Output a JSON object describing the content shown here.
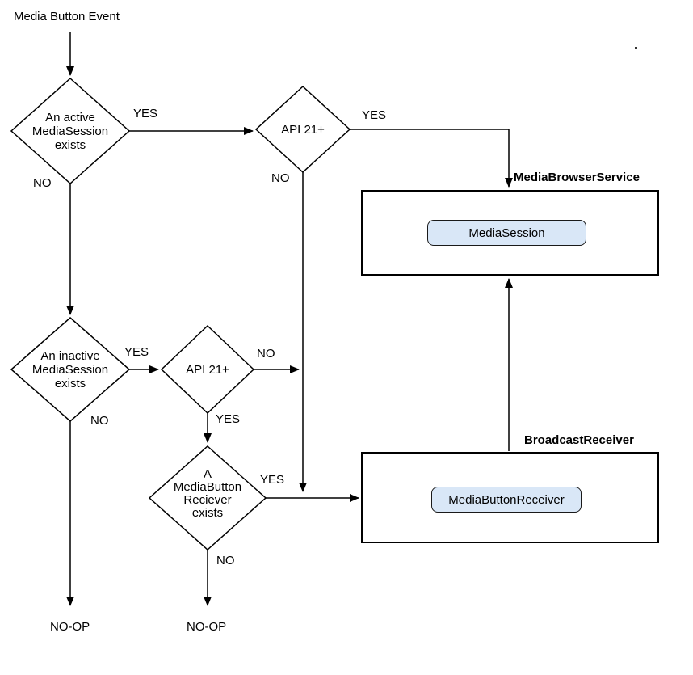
{
  "diagram": {
    "start_label": "Media Button Event",
    "decisions": {
      "active_session": {
        "lines": [
          "An active",
          "MediaSession",
          "exists"
        ]
      },
      "api21_top": {
        "label": "API 21+"
      },
      "inactive_session": {
        "lines": [
          "An inactive",
          "MediaSession",
          "exists"
        ]
      },
      "api21_mid": {
        "label": "API 21+"
      },
      "media_button_receiver_exists": {
        "lines": [
          "A",
          "MediaButton",
          "Reciever",
          "exists"
        ]
      }
    },
    "edge_labels": {
      "active_yes": "YES",
      "active_no": "NO",
      "api21_top_yes": "YES",
      "api21_top_no": "NO",
      "inactive_yes": "YES",
      "inactive_no": "NO",
      "api21_mid_no": "NO",
      "api21_mid_yes": "YES",
      "mbr_yes": "YES",
      "mbr_no": "NO"
    },
    "terminals": {
      "noop_left": "NO-OP",
      "noop_mid": "NO-OP"
    },
    "containers": {
      "media_browser_service": {
        "title": "MediaBrowserService",
        "component": "MediaSession"
      },
      "broadcast_receiver": {
        "title": "BroadcastReceiver",
        "component": "MediaButtonReceiver"
      }
    },
    "colors": {
      "component_fill": "#d9e7f7",
      "line": "#000000",
      "shape_fill": "#ffffff"
    }
  }
}
